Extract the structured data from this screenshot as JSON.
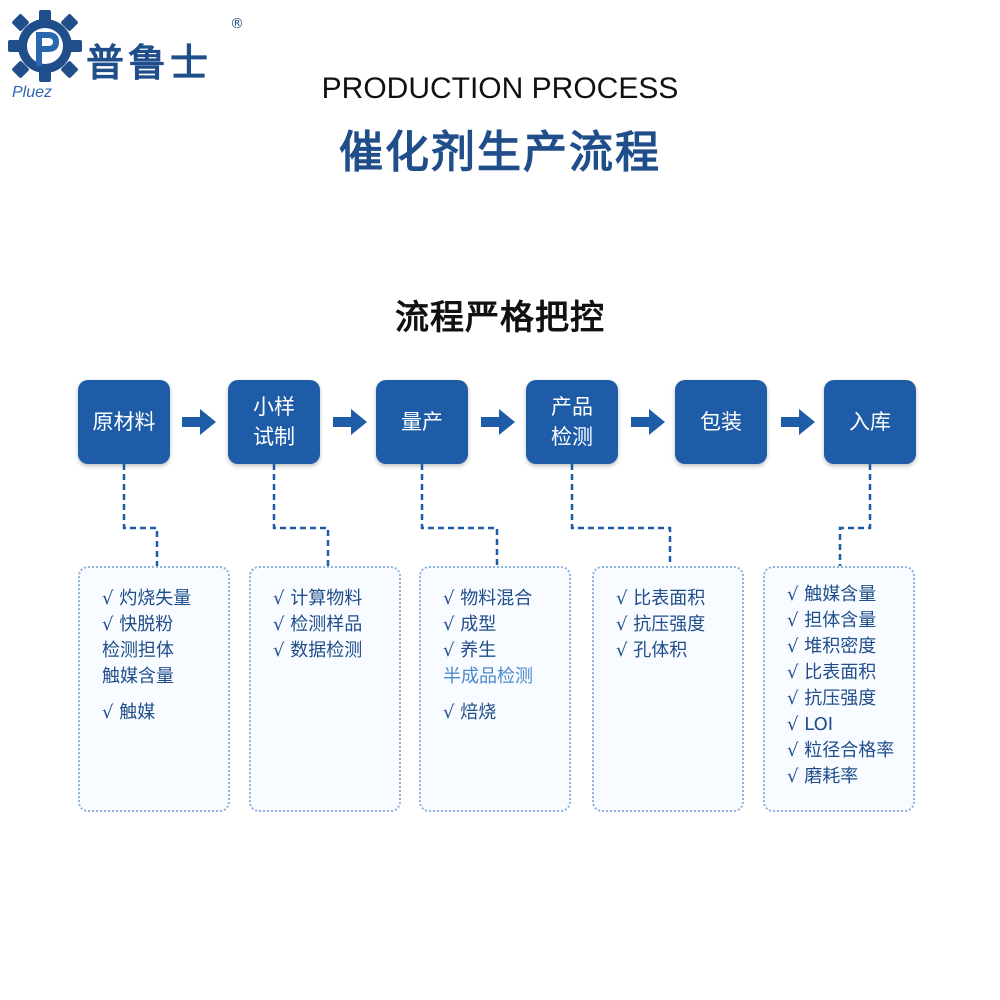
{
  "logo": {
    "cn": "普鲁士",
    "en": "Pluez",
    "reg": "®"
  },
  "title_en": "PRODUCTION PROCESS",
  "title_cn": "催化剂生产流程",
  "subtitle": "流程严格把控",
  "colors": {
    "primary": "#1f5ca8",
    "dark_blue": "#1f4e8a",
    "dotted_border": "#8fb4dc"
  },
  "steps": [
    {
      "lines": [
        "原材料"
      ]
    },
    {
      "lines": [
        "小样",
        "试制"
      ]
    },
    {
      "lines": [
        "量产"
      ]
    },
    {
      "lines": [
        "产品",
        "检测"
      ]
    },
    {
      "lines": [
        "包装"
      ]
    },
    {
      "lines": [
        "入库"
      ]
    }
  ],
  "details": [
    [
      "√ 灼烧失量",
      "√ 快脱粉",
      "检测担体",
      "触媒含量",
      "√ 触媒"
    ],
    [
      "√ 计算物料",
      "√ 检测样品",
      "√ 数据检测"
    ],
    [
      "√ 物料混合",
      "√ 成型",
      "√ 养生",
      "半成品检测",
      "√ 焙烧"
    ],
    [
      "√ 比表面积",
      "√ 抗压强度",
      "√ 孔体积"
    ],
    [
      "√ 触媒含量",
      "√ 担体含量",
      "√ 堆积密度",
      "√ 比表面积",
      "√ 抗压强度",
      "√ LOI",
      "√ 粒径合格率",
      "√ 磨耗率"
    ]
  ]
}
